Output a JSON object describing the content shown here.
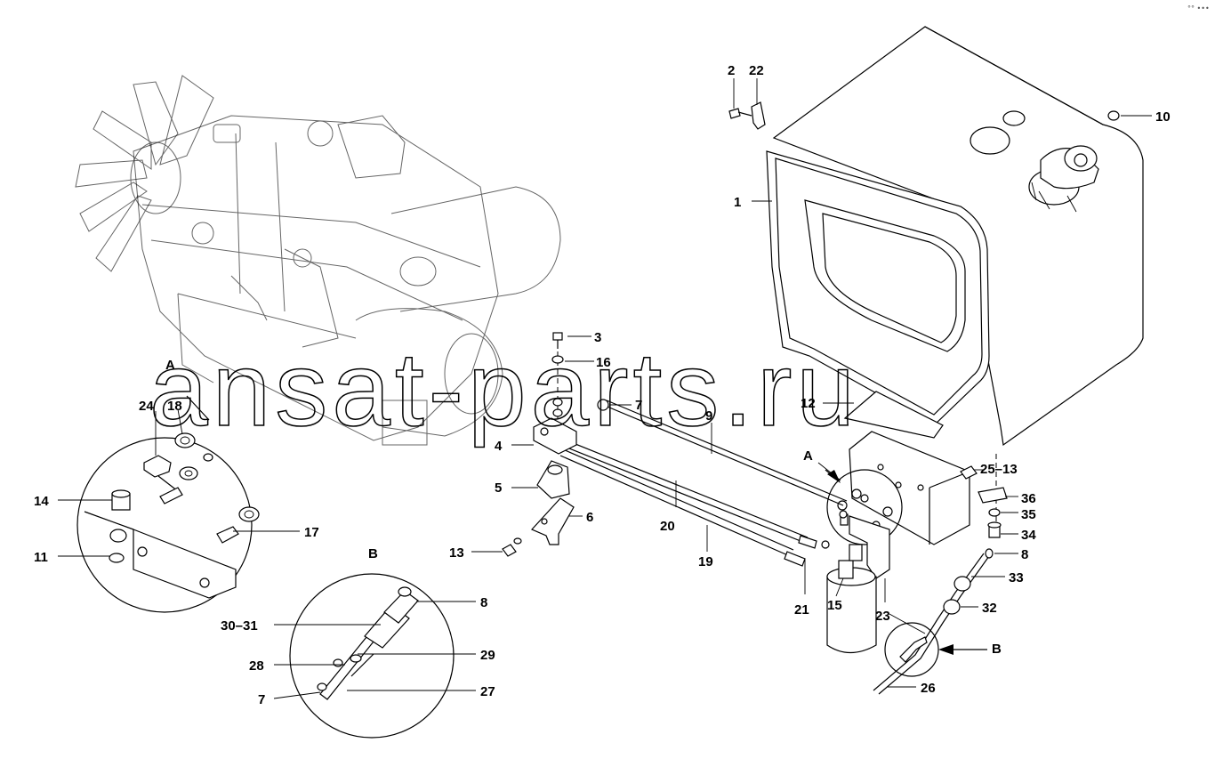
{
  "watermark": "ansat-parts.ru",
  "corner_mark": "°° •••",
  "detail_a": {
    "title": "A"
  },
  "detail_b": {
    "title": "B"
  },
  "callouts": {
    "c1": "1",
    "c2": "2",
    "c3": "3",
    "c4": "4",
    "c5": "5",
    "c6": "6",
    "c7": "7",
    "c7b": "7",
    "c8": "8",
    "c8b": "8",
    "c9": "9",
    "c10": "10",
    "c11": "11",
    "c12": "12",
    "c13": "13",
    "c13b": "13",
    "c14": "14",
    "c15": "15",
    "c16": "16",
    "c17": "17",
    "c18": "18",
    "c19": "19",
    "c20": "20",
    "c21": "21",
    "c22": "22",
    "c23": "23",
    "c24": "24",
    "c2513": "25–13",
    "c26": "26",
    "c27": "27",
    "c28": "28",
    "c29": "29",
    "c3031": "30–31",
    "c32": "32",
    "c33": "33",
    "c34": "34",
    "c35": "35",
    "c36": "36",
    "view_a": "A",
    "view_b": "B"
  }
}
